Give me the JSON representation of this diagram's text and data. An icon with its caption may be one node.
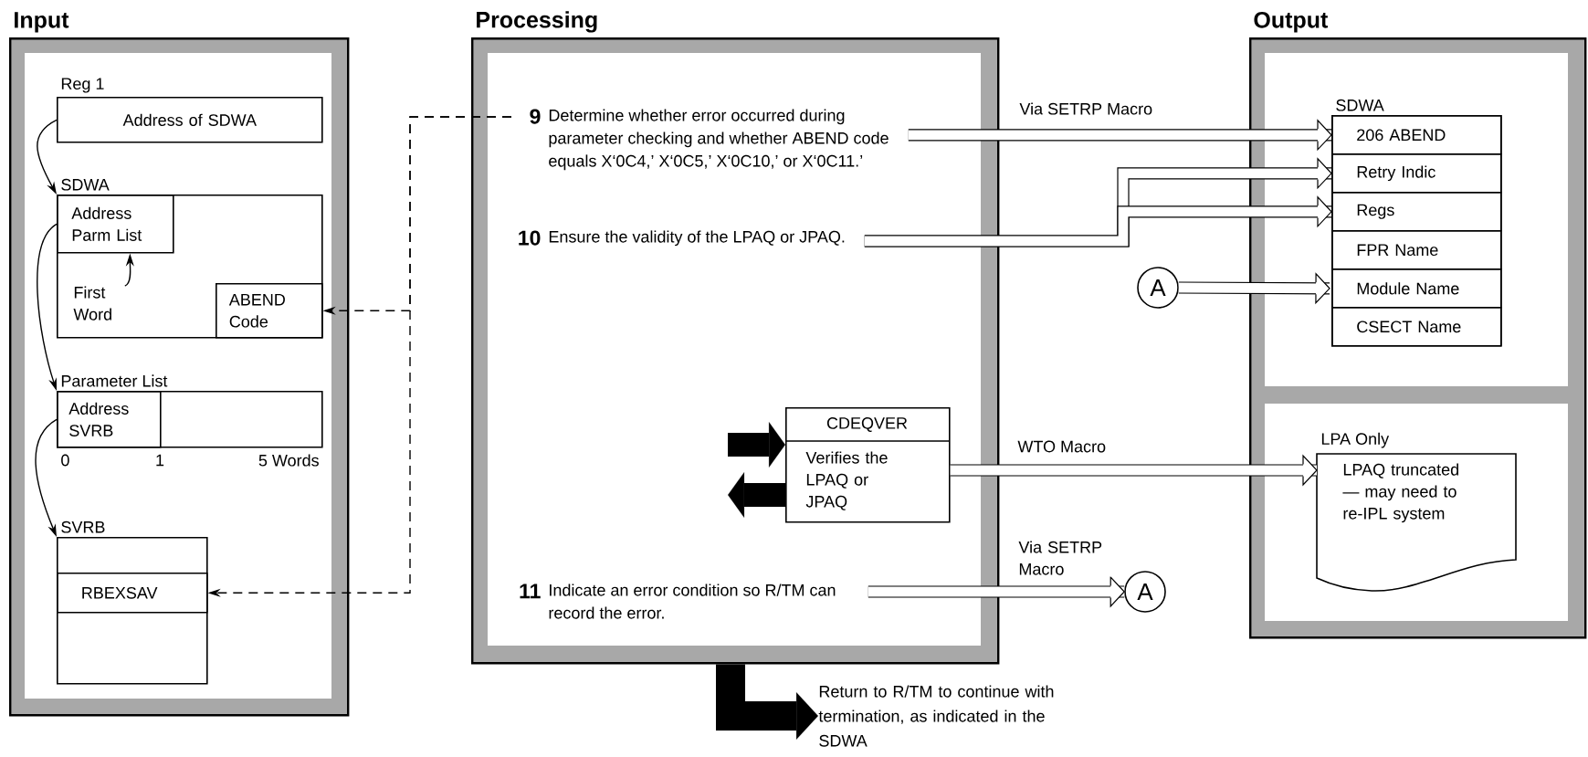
{
  "diagram": {
    "nodes": [
      {
        "text": [
          "Input"
        ]
      },
      {
        "text": [
          "Reg 1",
          "Address of SDWA"
        ],
        "in": 0
      },
      {
        "text": [
          "SDWA"
        ],
        "in": 0
      },
      {
        "text": [
          "Address Parm List"
        ],
        "in": 2
      },
      {
        "text": [
          "First Word"
        ],
        "in": 2
      },
      {
        "text": [
          "ABEND Code"
        ],
        "in": 2
      },
      {
        "text": [
          "Parameter List"
        ],
        "in": 0
      },
      {
        "text": [
          "Address SVRB"
        ],
        "in": 6
      },
      {
        "text": [
          "SVRB"
        ],
        "in": 0
      },
      {
        "text": [
          "RBEXSAV"
        ],
        "in": 8
      },
      {
        "text": [
          "Processing"
        ]
      },
      {
        "text": [
          "9",
          "Determine whether error occurred during parameter checking and whether ABEND code equals X‘0C4,’ X‘0C5,’ X‘0C10,’ or X‘0C11.’"
        ],
        "in": 10
      },
      {
        "text": [
          "10",
          "Ensure the validity of the LPAQ or JPAQ."
        ],
        "in": 10
      },
      {
        "text": [
          "CDEQVER",
          "Verifies the LPAQ or JPAQ"
        ],
        "in": 10
      },
      {
        "text": [
          "11",
          "Indicate an error condition so R/TM can record the error."
        ],
        "in": 10
      },
      {
        "text": [
          "A"
        ]
      },
      {
        "text": [
          "A"
        ]
      },
      {
        "text": [
          "Output"
        ]
      },
      {
        "text": [
          "SDWA"
        ],
        "in": 17
      },
      {
        "text": [
          "206 ABEND"
        ],
        "in": 18
      },
      {
        "text": [
          "Retry Indic"
        ],
        "in": 18
      },
      {
        "text": [
          "Regs"
        ],
        "in": 18
      },
      {
        "text": [
          "FPR Name"
        ],
        "in": 18
      },
      {
        "text": [
          "Module Name"
        ],
        "in": 18
      },
      {
        "text": [
          "CSECT Name"
        ],
        "in": 18
      },
      {
        "text": [
          "LPA Only",
          "LPAQ truncated — may need to re-IPL system"
        ],
        "in": 17
      },
      {
        "text": [
          "Return to R/TM to continue with termination, as indicated in the SDWA"
        ]
      }
    ],
    "edges": [
      {
        "from": 1,
        "to": 2,
        "arrow": "to"
      },
      {
        "from": 4,
        "to": 3,
        "arrow": "to"
      },
      {
        "from": 3,
        "to": 6,
        "arrow": "to"
      },
      {
        "from": 7,
        "to": 8,
        "arrow": "to"
      },
      {
        "from": 11,
        "to": 5,
        "arrow": "to",
        "style": "dashed"
      },
      {
        "from": 11,
        "to": 9,
        "arrow": "to",
        "style": "dashed"
      },
      {
        "from": 11,
        "to": 19,
        "arrow": "to",
        "label": "Via SETRP Macro"
      },
      {
        "from": 12,
        "to": 20,
        "arrow": "to"
      },
      {
        "from": 12,
        "to": 21,
        "arrow": "to"
      },
      {
        "from": 16,
        "to": 23,
        "arrow": "to"
      },
      {
        "from": null,
        "to": 13,
        "arrow": "to",
        "style": "thick"
      },
      {
        "from": 13,
        "to": null,
        "arrow": "to",
        "style": "thick"
      },
      {
        "from": 13,
        "to": 25,
        "arrow": "to",
        "label": "WTO Macro"
      },
      {
        "from": 14,
        "to": 15,
        "arrow": "to",
        "label": "Via SETRP Macro"
      },
      {
        "from": 10,
        "to": 26,
        "arrow": "to",
        "style": "thick"
      }
    ],
    "labels": [
      "0",
      "1",
      "5 Words"
    ]
  }
}
